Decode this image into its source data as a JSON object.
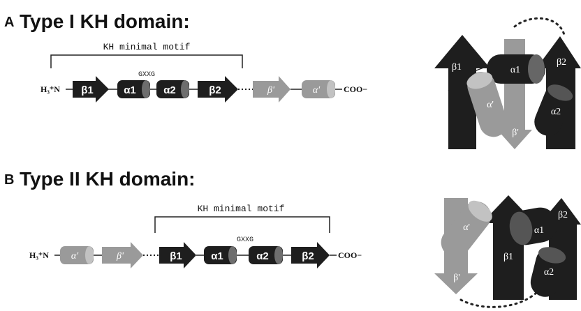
{
  "panel_a": {
    "letter": "A",
    "title": "Type I KH domain:",
    "motif_label": "KH minimal motif",
    "gxxg": "GXXG",
    "n_term": "H₃⁺N",
    "c_term": "COO−",
    "elements": {
      "b1": "β1",
      "a1": "α1",
      "a2": "α2",
      "b2": "β2",
      "bp": "β'",
      "ap": "α'"
    },
    "structure": {
      "b1": "β1",
      "a1": "α1",
      "b2": "β2",
      "ap": "α'",
      "a2": "α2",
      "bp": "β'"
    }
  },
  "panel_b": {
    "letter": "B",
    "title": "Type II KH domain:",
    "motif_label": "KH minimal motif",
    "gxxg": "GXXG",
    "n_term": "H₃⁺N",
    "c_term": "COO−",
    "elements": {
      "ap": "α'",
      "bp": "β'",
      "b1": "β1",
      "a1": "α1",
      "a2": "α2",
      "b2": "β2"
    },
    "structure": {
      "ap": "α'",
      "a1": "α1",
      "b2": "β2",
      "b1": "β1",
      "a2": "α2",
      "bp": "β'"
    }
  },
  "colors": {
    "dark": "#1e1e1e",
    "light": "#9a9a9a",
    "line": "#222222"
  }
}
